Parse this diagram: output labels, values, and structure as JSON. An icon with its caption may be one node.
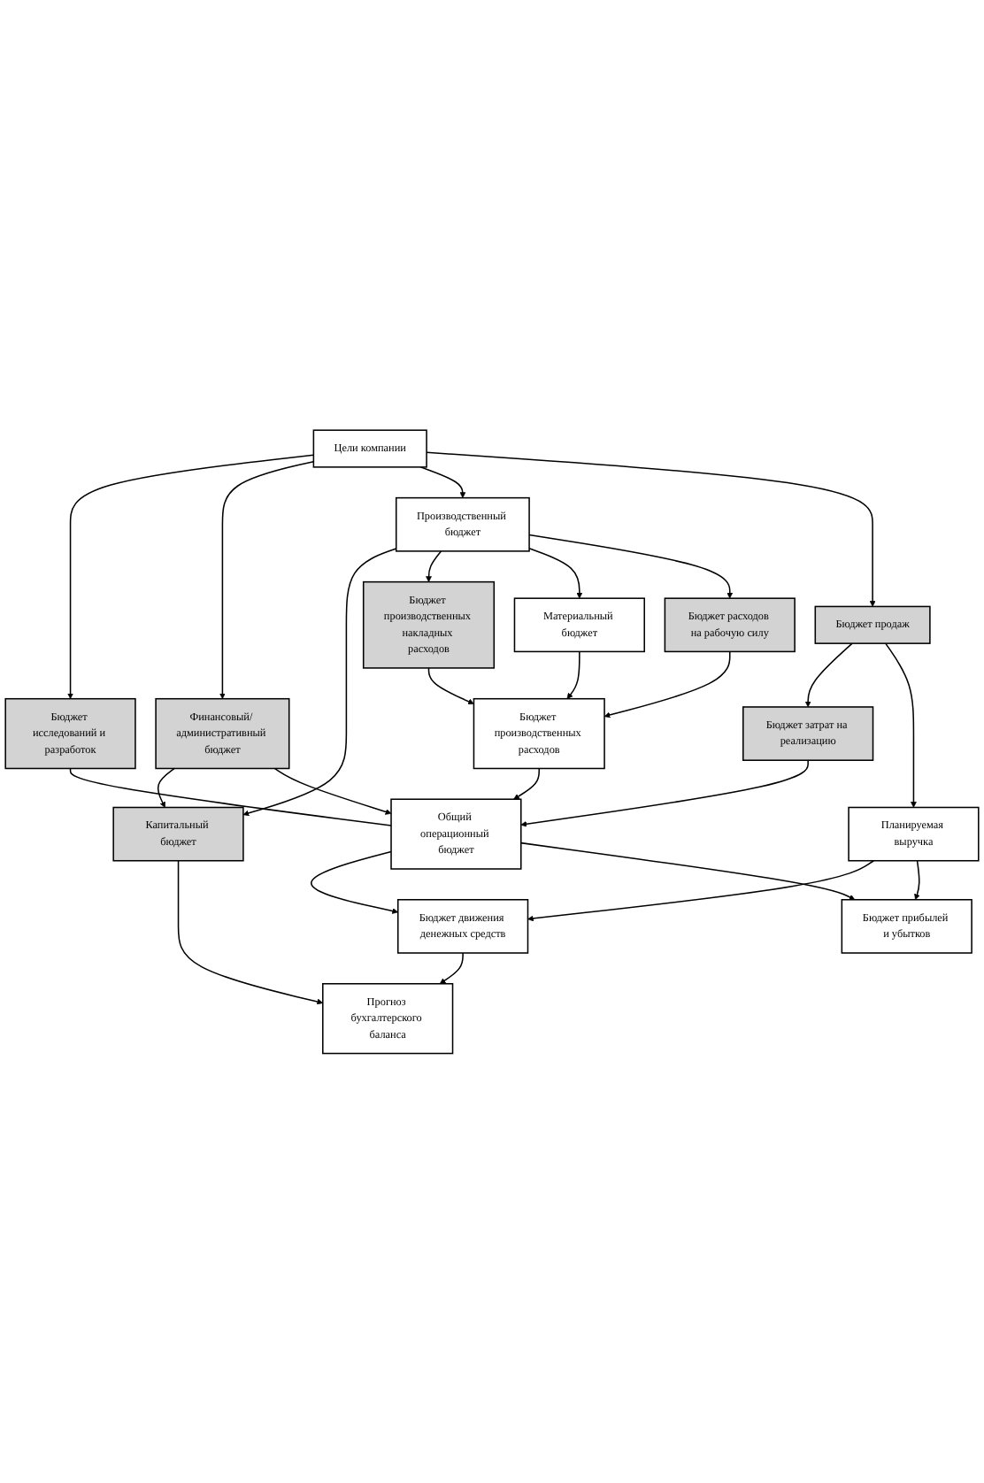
{
  "diagram": {
    "nodes": [
      {
        "text": [
          "Цели компании"
        ]
      },
      {
        "text": [
          "Бюджет исследований и разработок"
        ]
      },
      {
        "text": [
          "Капитальный бюджет"
        ]
      },
      {
        "text": [
          "Финансовый/ административный бюджет"
        ]
      },
      {
        "text": [
          "Производственный бюджет"
        ]
      },
      {
        "text": [
          "Бюджет производственных накладных расходов"
        ]
      },
      {
        "text": [
          "Материальный бюджет"
        ]
      },
      {
        "text": [
          "Бюджет расходов на рабочую силу"
        ]
      },
      {
        "text": [
          "Бюджет затрат на реализацию"
        ]
      },
      {
        "text": [
          "Бюджет продаж"
        ]
      },
      {
        "text": [
          "Планируемая выручка"
        ]
      },
      {
        "text": [
          "Бюджет производственных расходов"
        ]
      },
      {
        "text": [
          "Общий операционный бюджет"
        ]
      },
      {
        "text": [
          "Бюджет движения денежных средств"
        ]
      },
      {
        "text": [
          "Прогноз бухгалтерского баланса"
        ]
      },
      {
        "text": [
          "Бюджет прибылей и убытков"
        ]
      }
    ],
    "edges": [
      {
        "from": 0,
        "to": 1,
        "arrow": "to"
      },
      {
        "from": 0,
        "to": 3,
        "arrow": "to"
      },
      {
        "from": 0,
        "to": 4,
        "arrow": "to"
      },
      {
        "from": 0,
        "to": 9,
        "arrow": "to"
      },
      {
        "from": 1,
        "to": 12,
        "arrow": "none"
      },
      {
        "from": 3,
        "to": 2,
        "arrow": "to"
      },
      {
        "from": 3,
        "to": 12,
        "arrow": "to"
      },
      {
        "from": 4,
        "to": 2,
        "arrow": "to"
      },
      {
        "from": 4,
        "to": 5,
        "arrow": "to"
      },
      {
        "from": 4,
        "to": 6,
        "arrow": "to"
      },
      {
        "from": 4,
        "to": 7,
        "arrow": "to"
      },
      {
        "from": 2,
        "to": 14,
        "arrow": "to"
      },
      {
        "from": 5,
        "to": 11,
        "arrow": "to"
      },
      {
        "from": 6,
        "to": 11,
        "arrow": "to"
      },
      {
        "from": 7,
        "to": 11,
        "arrow": "to"
      },
      {
        "from": 9,
        "to": 8,
        "arrow": "to"
      },
      {
        "from": 9,
        "to": 10,
        "arrow": "to"
      },
      {
        "from": 8,
        "to": 12,
        "arrow": "to"
      },
      {
        "from": 11,
        "to": 12,
        "arrow": "to"
      },
      {
        "from": 12,
        "to": 13,
        "arrow": "to"
      },
      {
        "from": 12,
        "to": 15,
        "arrow": "to"
      },
      {
        "from": 10,
        "to": 13,
        "arrow": "to"
      },
      {
        "from": 10,
        "to": 15,
        "arrow": "to"
      },
      {
        "from": 13,
        "to": 14,
        "arrow": "to"
      }
    ]
  }
}
